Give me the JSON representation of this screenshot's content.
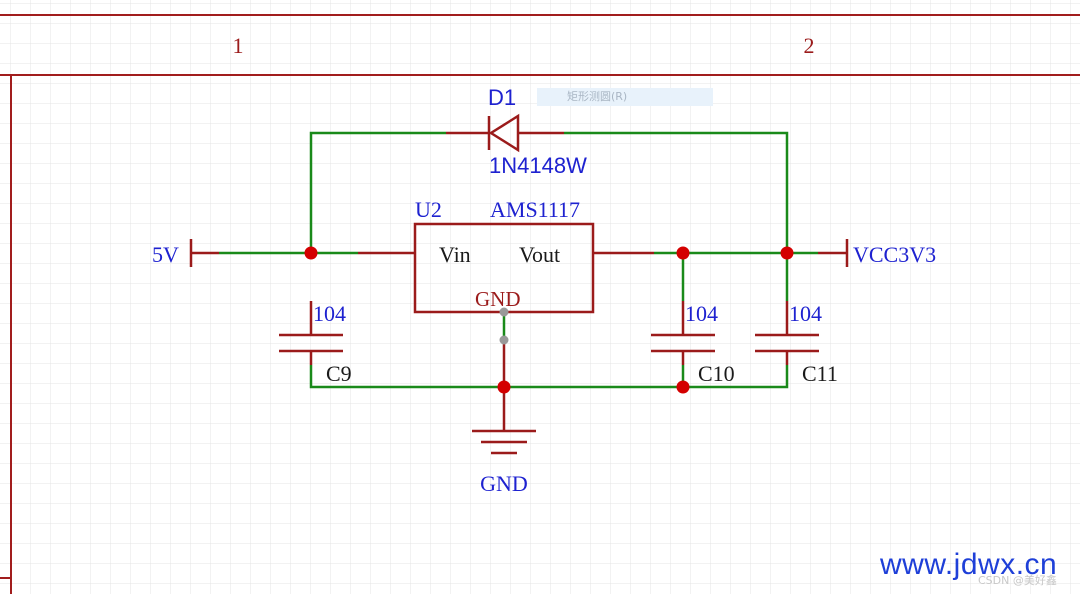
{
  "colors": {
    "grid": "#e4e4e4",
    "border": "#a11d1d",
    "wire": "#1a8a1a",
    "component": "#9b1b1b",
    "label_blue": "#1e22d0",
    "label_dark": "#1a1a1a",
    "junction": "#d40000",
    "pin_dot": "#999999"
  },
  "frame": {
    "zone_left": "1",
    "zone_right": "2"
  },
  "diode": {
    "designator": "D1",
    "value": "1N4148W"
  },
  "regulator": {
    "designator": "U2",
    "value": "AMS1117",
    "pin_in": "Vin",
    "pin_out": "Vout",
    "pin_gnd": "GND"
  },
  "capacitors": [
    {
      "designator": "C9",
      "value": "104"
    },
    {
      "designator": "C10",
      "value": "104"
    },
    {
      "designator": "C11",
      "value": "104"
    }
  ],
  "ports": {
    "input": "5V",
    "output": "VCC3V3",
    "ground": "GND"
  },
  "tooltip": "矩形测圆(R)",
  "watermark": {
    "site": "www.jdwx.cn",
    "mark": "CSDN @美好鑫"
  }
}
